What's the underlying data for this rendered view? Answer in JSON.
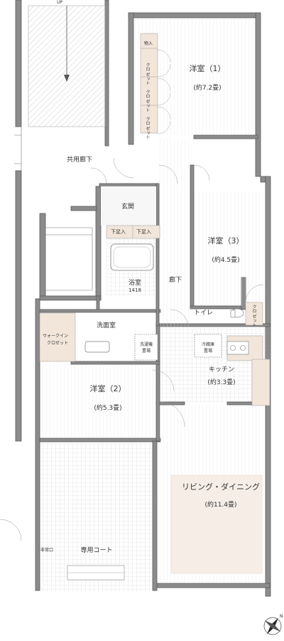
{
  "colors": {
    "wall": "#8c8c8c",
    "wall_edge": "#5a5a5a",
    "closet_fill": "#f2e6da",
    "wood_floor": "#efe3d8",
    "grid_line": "#d0d0d0",
    "accent_floor": "#f5ede6"
  },
  "stair": {
    "label": "UP"
  },
  "rooms": {
    "western1": {
      "name": "洋室（1）",
      "size": "(約7.2畳)"
    },
    "western3": {
      "name": "洋室（3）",
      "size": "(約4.5畳)"
    },
    "western2": {
      "name": "洋室（2）",
      "size": "(約5.3畳)"
    },
    "kitchen": {
      "name": "キッチン",
      "size": "(約3.3畳)"
    },
    "living": {
      "name": "リビング・ダイニング",
      "size": "(約11.4畳)"
    },
    "bath": {
      "name": "浴室",
      "size": "1418"
    },
    "entrance": {
      "name": "玄関"
    },
    "corridor": {
      "name": "廊下"
    },
    "common_corridor": {
      "name": "共用廊下"
    },
    "washroom": {
      "name": "洗面室"
    },
    "toilet": {
      "name": "トイレ"
    },
    "court": {
      "name": "専用コート"
    }
  },
  "storage": {
    "shoes": [
      "下足入",
      "下足入"
    ],
    "closet_small": "クロ\nゼット",
    "closet_labels": [
      "クロ ゼット",
      "クロ ゼット",
      "クロ ゼット"
    ],
    "top_closet": "物入",
    "walk_in": [
      "ウォークイン",
      "クロゼット"
    ],
    "washer": [
      "洗濯機",
      "置場"
    ],
    "fridge": [
      "冷蔵庫",
      "置場"
    ],
    "emergency_exit": "非常口"
  },
  "icons": {
    "compass": "compass-rose-icon"
  }
}
